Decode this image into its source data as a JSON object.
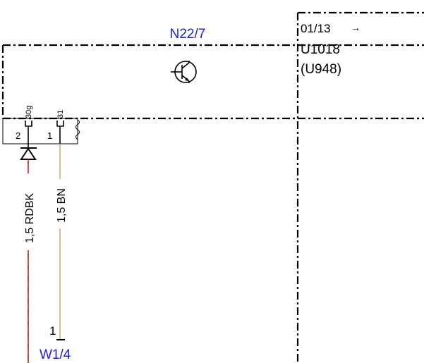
{
  "component": {
    "name": "N22/7",
    "name_color": "#1a1aee"
  },
  "reference": {
    "page": "01/13",
    "arrow": "→",
    "code": "U1018",
    "alt_code": "(U948)"
  },
  "pins": [
    {
      "number": "2",
      "terminal": "30g"
    },
    {
      "number": "1",
      "terminal": "31"
    }
  ],
  "wires": [
    {
      "label": "1,5 RDBK",
      "color": "#e8322e"
    },
    {
      "label": "1,5 BN",
      "color": "#d8b688"
    }
  ],
  "ground": {
    "number": "1",
    "target": "W1/4",
    "target_color": "#1a1aee"
  },
  "icons": {
    "transistor": "transistor-icon",
    "shield": "shield-wave-icon",
    "diode": "diode-icon"
  }
}
